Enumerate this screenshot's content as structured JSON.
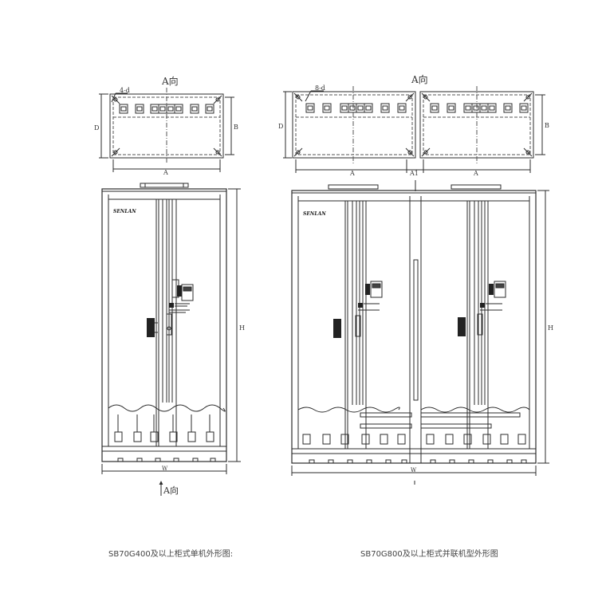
{
  "colors": {
    "line": "#2b2b2b",
    "dash": "#555555",
    "text": "#333333",
    "background": "#ffffff"
  },
  "left": {
    "caption": "SB70G400及以上柜式单机外形图:",
    "top_view": {
      "view_title": "A向",
      "hole_label": "4-d",
      "width_label": "A",
      "depth_label_outer": "D",
      "depth_label_inner": "B"
    },
    "front_view": {
      "brand": "SENLAN",
      "height_label": "H",
      "width_label": "W",
      "arrow_label": "A向"
    }
  },
  "right": {
    "caption": "SB70G800及以上柜式并联机型外形图",
    "top_view": {
      "view_title": "A向",
      "hole_label": "8-d",
      "width_label": "A",
      "gap_label": "A1",
      "depth_label_outer": "D",
      "depth_label_inner": "B"
    },
    "front_view": {
      "brand_left": "SENLAN",
      "height_label": "H",
      "width_label": "W"
    }
  }
}
